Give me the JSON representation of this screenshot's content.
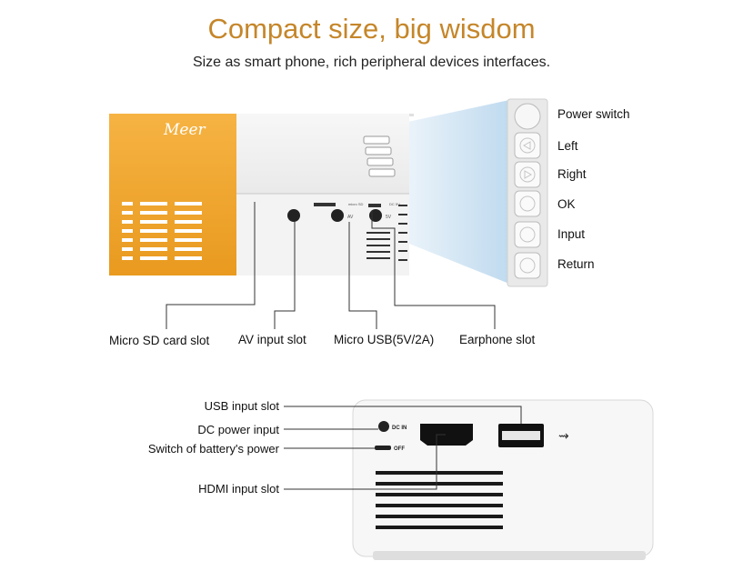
{
  "header": {
    "title": "Compact size, big wisdom",
    "subtitle": "Size as smart phone, rich peripheral devices interfaces."
  },
  "top_device": {
    "brand": "Meer",
    "ports_text": [
      "micro SD",
      "AV",
      "5V",
      "DC 5V"
    ]
  },
  "button_panel": {
    "buttons": [
      {
        "label": "Power switch",
        "icon": "power-button"
      },
      {
        "label": "Left",
        "icon": "triangle-left-icon"
      },
      {
        "label": "Right",
        "icon": "triangle-right-icon"
      },
      {
        "label": "OK",
        "icon": "ok-icon"
      },
      {
        "label": "Input",
        "icon": "input-icon"
      },
      {
        "label": "Return",
        "icon": "return-icon"
      }
    ]
  },
  "top_callouts": [
    "Micro SD card slot",
    "AV input slot",
    "Micro USB(5V/2A)",
    "Earphone slot"
  ],
  "bottom_device": {
    "dc_text": "DC IN",
    "off_text": "OFF"
  },
  "bottom_callouts": [
    "USB input slot",
    "DC power input",
    "Switch of battery's power",
    "HDMI input slot"
  ],
  "colors": {
    "title": "#c5862a",
    "orange_body": "#f2a72b",
    "light_beam": "#bcd8ee"
  }
}
